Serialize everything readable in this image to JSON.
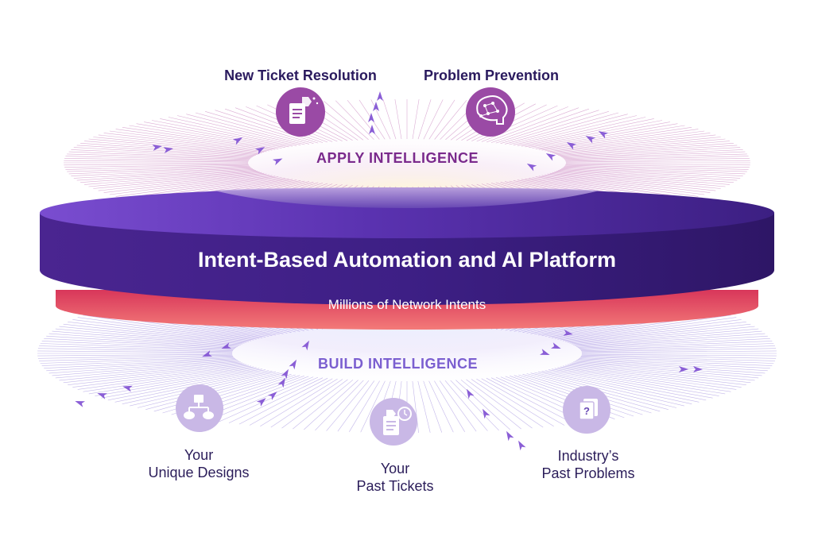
{
  "top": {
    "section_label": "APPLY INTELLIGENCE",
    "items": [
      {
        "label": "New Ticket Resolution",
        "icon": "ticket-tag-icon"
      },
      {
        "label": "Problem Prevention",
        "icon": "brain-network-icon"
      }
    ]
  },
  "platform": {
    "title": "Intent-Based Automation and AI Platform",
    "base_label": "Millions of Network Intents"
  },
  "bottom": {
    "section_label": "BUILD INTELLIGENCE",
    "items": [
      {
        "line1": "Your",
        "line2": "Unique Designs",
        "icon": "network-design-icon"
      },
      {
        "line1": "Your",
        "line2": "Past Tickets",
        "icon": "ticket-clock-icon"
      },
      {
        "line1": "Industry’s",
        "line2": "Past Problems",
        "icon": "question-cards-icon"
      }
    ]
  },
  "colors": {
    "apply_label": "#7a2a8c",
    "build_label": "#7b5fd0",
    "platform_dark": "#3a1d78",
    "platform_light": "#6a3cc0",
    "base_red": "#e8465c",
    "base_pink": "#f07a8a",
    "icon_top": "#9a4aa5",
    "icon_bottom": "#c9b8e6",
    "text_dark": "#2a1a5e"
  }
}
